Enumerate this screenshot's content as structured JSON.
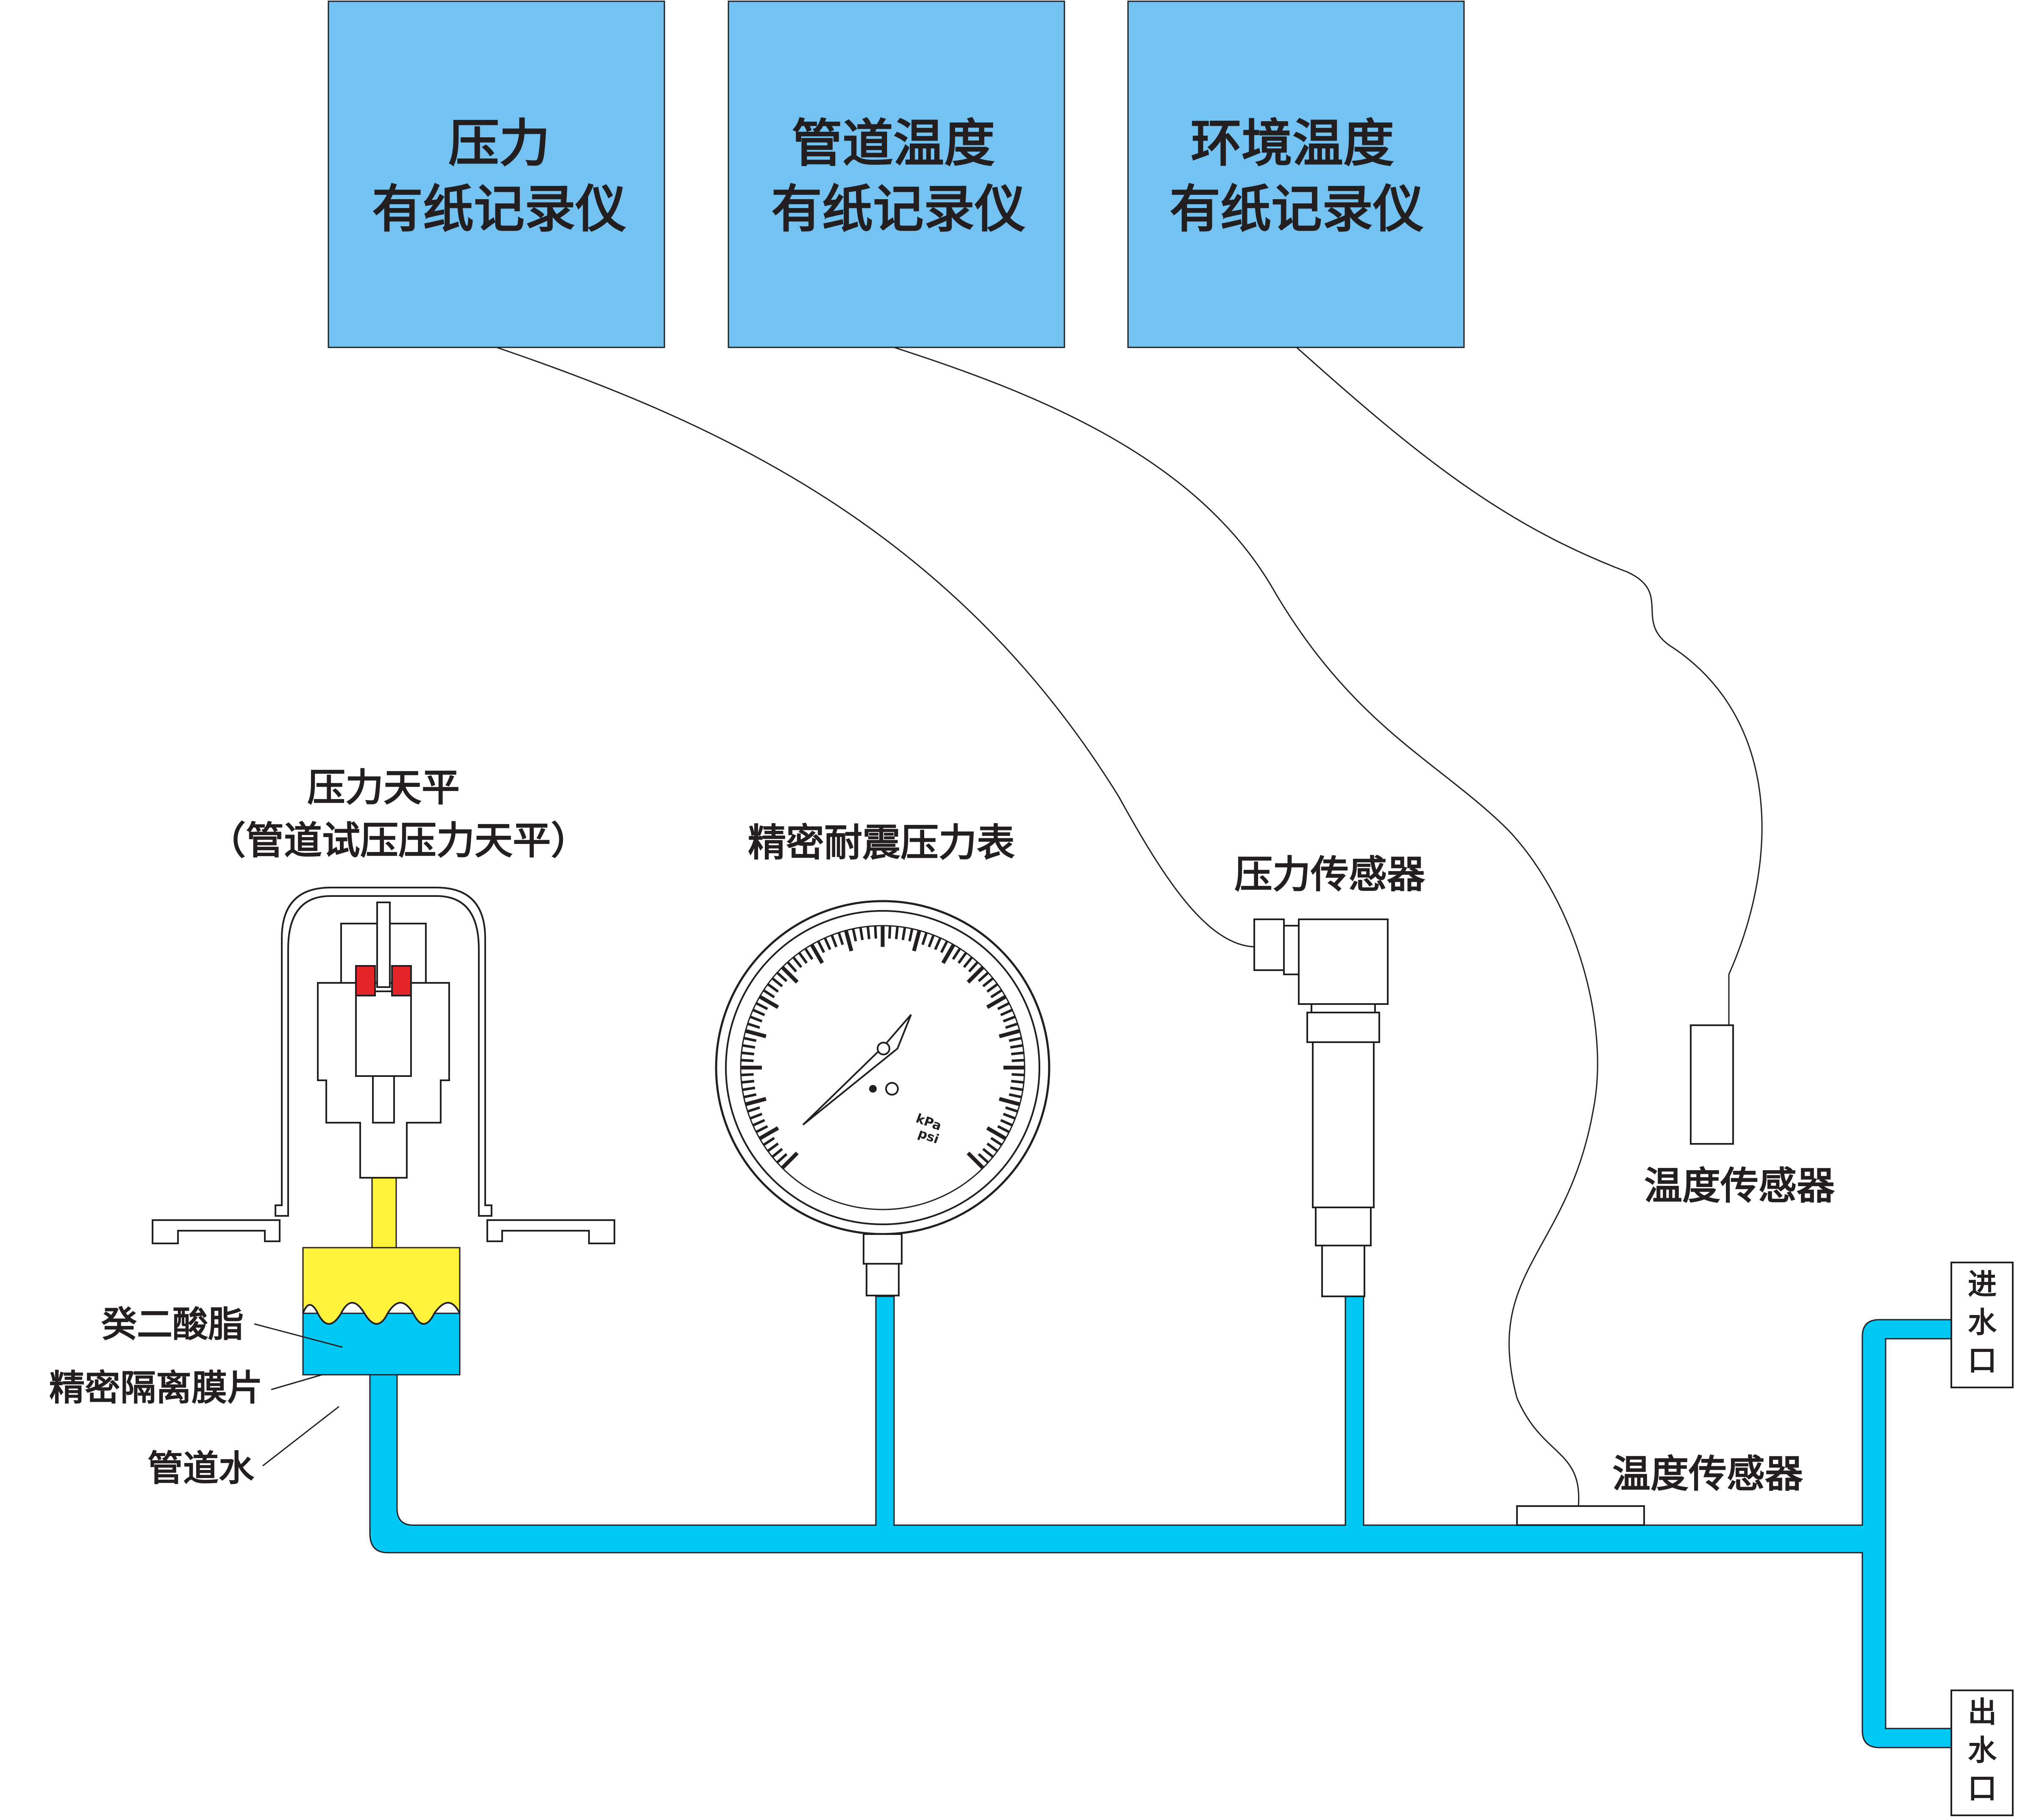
{
  "recorders": [
    {
      "line1": "压力",
      "line2": "有纸记录仪"
    },
    {
      "line1": "管道温度",
      "line2": "有纸记录仪"
    },
    {
      "line1": "环境温度",
      "line2": "有纸记录仪"
    }
  ],
  "pressure_balance": {
    "title": "压力天平",
    "subtitle": "（管道试压压力天平）"
  },
  "gauge": {
    "title": "精密耐震压力表",
    "unit_kpa": "kPa",
    "unit_psi": "psi"
  },
  "pressure_sensor": {
    "title": "压力传感器"
  },
  "temp_sensor_ambient": {
    "title": "温度传感器"
  },
  "temp_sensor_pipe": {
    "title": "温度传感器"
  },
  "labels": {
    "grease": "癸二酸脂",
    "diaphragm": "精密隔离膜片",
    "pipe_water": "管道水"
  },
  "ports": {
    "inlet": [
      "进",
      "水",
      "口"
    ],
    "outlet": [
      "出",
      "水",
      "口"
    ]
  },
  "colors": {
    "recorder_fill": "#73c2f2",
    "pipe_water": "#00c8f5",
    "grease": "#fff23b",
    "seal_red": "#e4262b"
  }
}
